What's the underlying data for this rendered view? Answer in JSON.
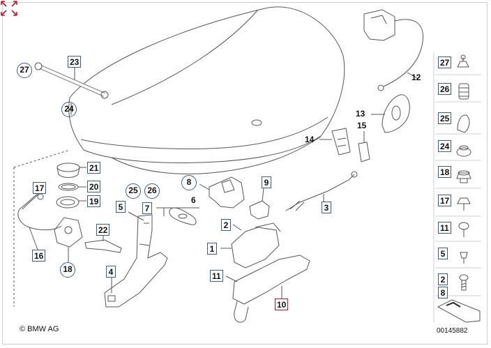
{
  "diagram": {
    "copyright": "© BMW AG",
    "doc_number": "00145882",
    "callouts": {
      "p23": "23",
      "p27a": "27",
      "p24a": "24",
      "p21": "21",
      "p20": "20",
      "p19": "19",
      "p17a": "17",
      "p16": "16",
      "p18a": "18",
      "p22": "22",
      "p25a": "25",
      "p26a": "26",
      "p5a": "5",
      "p7": "7",
      "p6": "6",
      "p8a": "8",
      "p9": "9",
      "p4": "4",
      "p2a": "2",
      "p1": "1",
      "p11a": "11",
      "p10": "10",
      "p3": "3",
      "p14": "14",
      "p15": "15",
      "p13": "13",
      "p12": "12"
    },
    "sidebar": [
      "27",
      "26",
      "25",
      "24",
      "18",
      "17",
      "11",
      "5",
      "2",
      "8"
    ],
    "accent_color": "#3a5e88",
    "highlight_color": "#c8102e",
    "expand_icon_color": "#c8102e"
  }
}
